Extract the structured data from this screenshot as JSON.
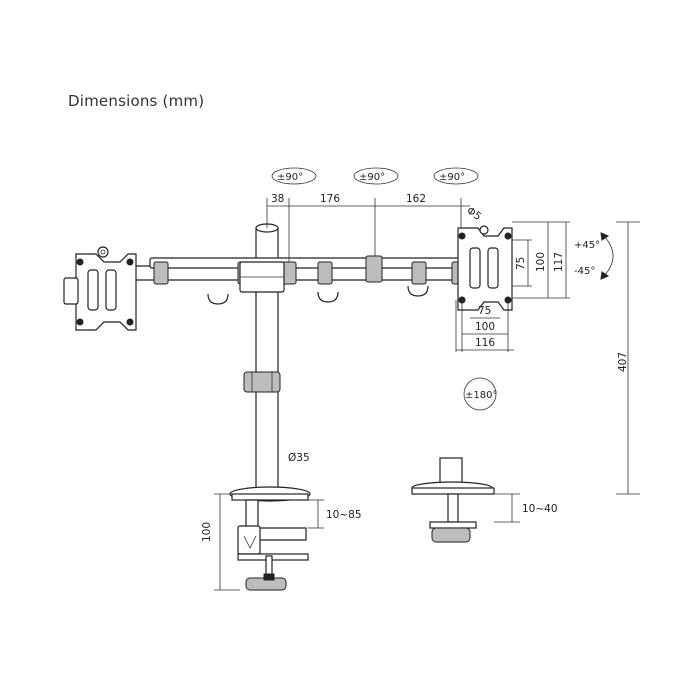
{
  "title": "Dimensions (mm)",
  "rotation_labels": {
    "arm_left": "±90°",
    "arm_middle": "±90°",
    "arm_right": "±90°",
    "tilt_up": "+45°",
    "tilt_down": "-45°",
    "swivel": "±180°"
  },
  "dimensions": {
    "offset_38": "38",
    "arm_176": "176",
    "arm_162": "162",
    "screw_diameter": "Φ5",
    "vesa_75_h": "75",
    "vesa_100_h": "100",
    "plate_117_h": "117",
    "vesa_75_w": "75",
    "vesa_100_w": "100",
    "plate_116_w": "116",
    "pole_diameter": "Ø35",
    "total_height": "407",
    "clamp_height": "100",
    "clamp_range": "10~85",
    "grommet_range": "10~40"
  }
}
